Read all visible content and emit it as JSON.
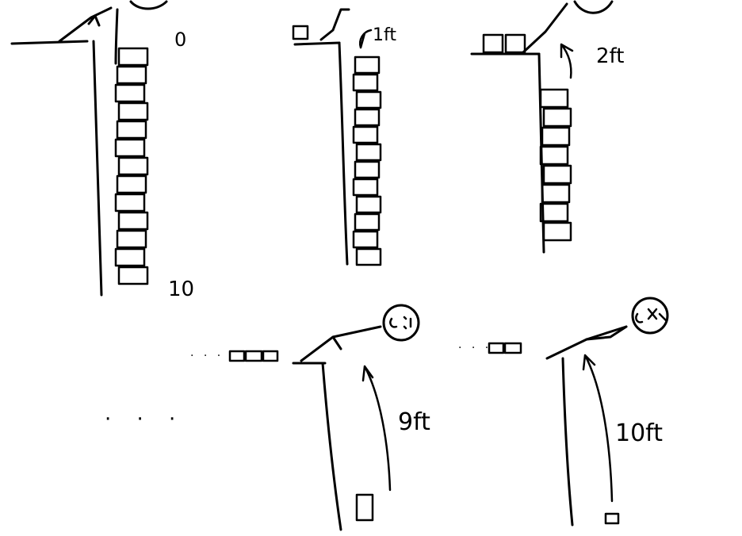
{
  "labels": {
    "panel1_top": "0",
    "panel1_bottom": "10",
    "panel2_height": "1ft",
    "panel3_height": "2ft",
    "panel4_height": "9ft",
    "panel5_height": "10ft",
    "ellipsis": "· · ·"
  },
  "stacks": {
    "panel1": 13,
    "panel2": 12,
    "panel3": 8,
    "panel4": 1,
    "panel5": 1
  }
}
